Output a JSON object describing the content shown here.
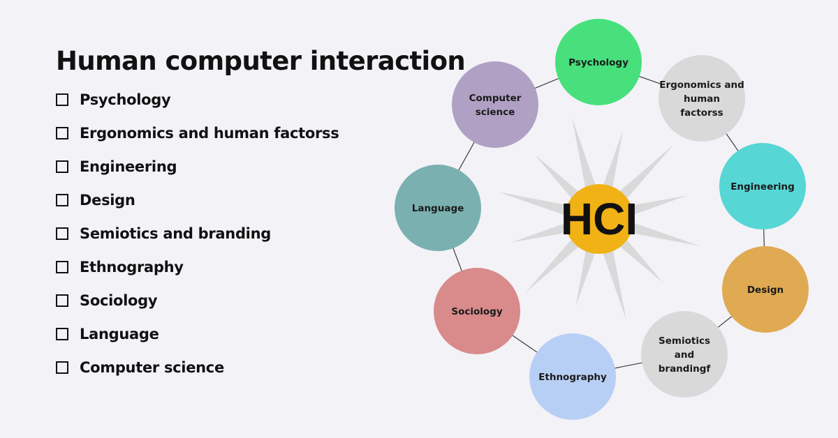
{
  "title": "Human computer interaction",
  "list": [
    "Psychology",
    "Ergonomics and human factorss",
    "Engineering",
    "Design",
    "Semiotics and branding",
    "Ethnography",
    "Sociology",
    "Language",
    "Computer science"
  ],
  "diagram": {
    "center": {
      "label": "HCI",
      "color": "#f0b215"
    },
    "nodes": [
      {
        "lines": [
          "Psychology"
        ],
        "color": "#47e07d"
      },
      {
        "lines": [
          "Ergonomics and",
          "human",
          "factorss"
        ],
        "color": "#d9d9d9"
      },
      {
        "lines": [
          "Engineering"
        ],
        "color": "#57d6d6"
      },
      {
        "lines": [
          "Design"
        ],
        "color": "#e0aa53"
      },
      {
        "lines": [
          "Semiotics",
          "and",
          "brandingf"
        ],
        "color": "#d9d9d9"
      },
      {
        "lines": [
          "Ethnography"
        ],
        "color": "#b8cff5"
      },
      {
        "lines": [
          "Sociology"
        ],
        "color": "#d98a8a"
      },
      {
        "lines": [
          "Language"
        ],
        "color": "#7ab0b0"
      },
      {
        "lines": [
          "Computer",
          "science"
        ],
        "color": "#b0a0c4"
      }
    ]
  }
}
